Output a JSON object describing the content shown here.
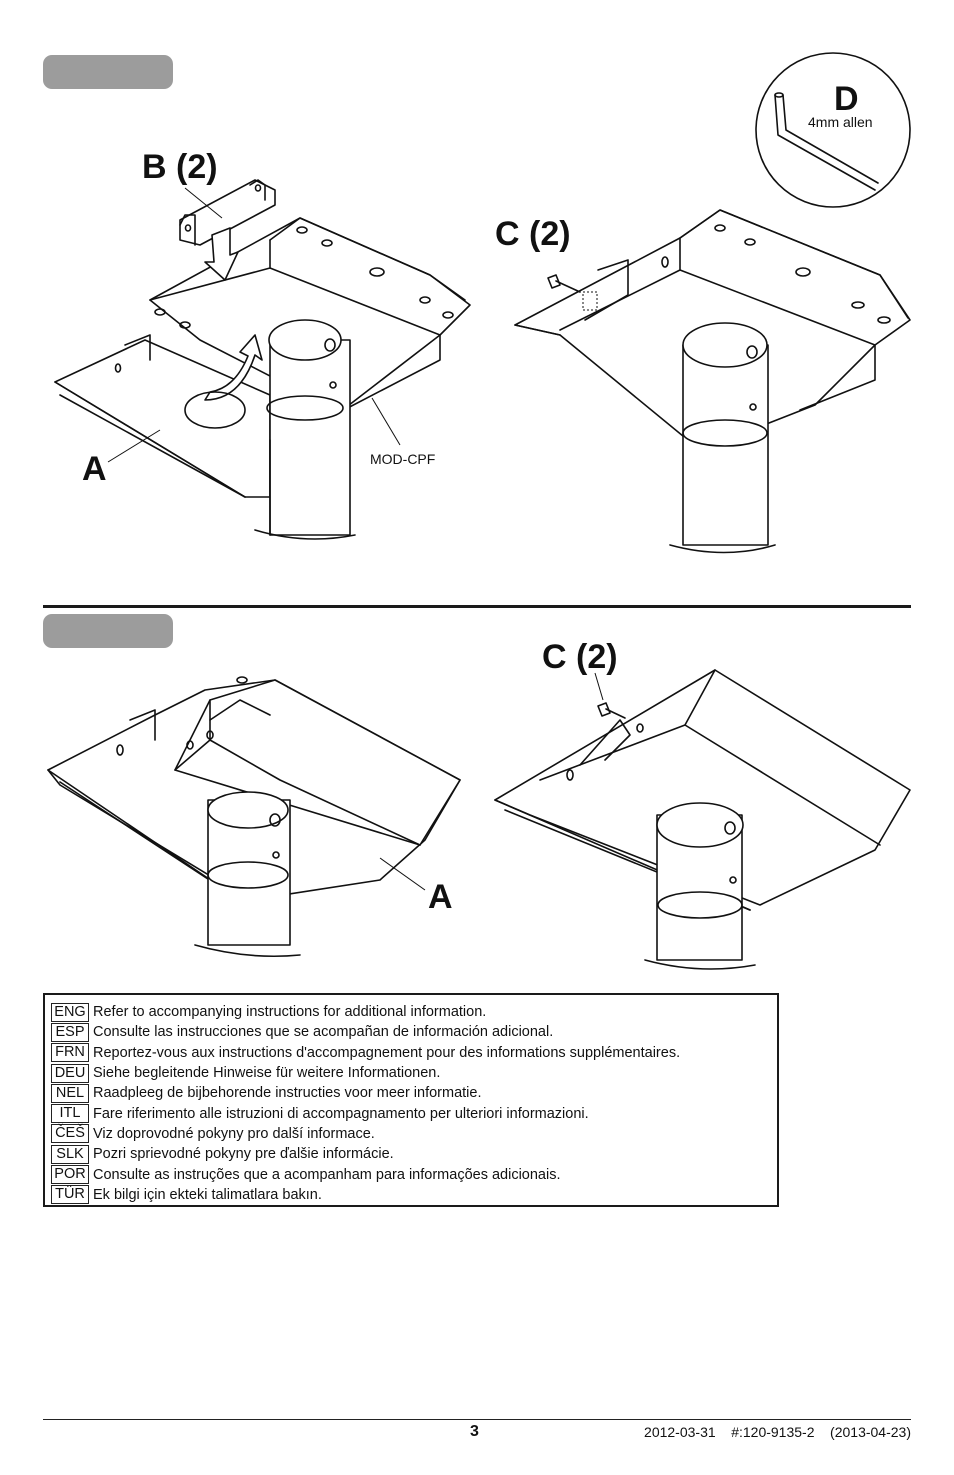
{
  "steps": [
    {
      "id": "step-1"
    },
    {
      "id": "step-2"
    }
  ],
  "labels": {
    "b2": "B (2)",
    "c2_top": "C (2)",
    "c2_bottom": "C (2)",
    "a_top": "A",
    "a_bottom": "A",
    "d": "D",
    "d_desc": "4mm allen",
    "model": "MOD-CPF"
  },
  "languages": [
    {
      "code": "ENG",
      "text": "Refer to accompanying instructions for additional information."
    },
    {
      "code": "ESP",
      "text": "Consulte las instrucciones que se acompañan de información adicional."
    },
    {
      "code": "FRN",
      "text": "Reportez-vous aux instructions d'accompagnement pour des informations supplémentaires."
    },
    {
      "code": "DEU",
      "text": "Siehe begleitende Hinweise für weitere Informationen."
    },
    {
      "code": "NEL",
      "text": "Raadpleeg de bijbehorende instructies voor meer informatie."
    },
    {
      "code": "ITL",
      "text": "Fare riferimento alle istruzioni di accompagnamento per ulteriori informazioni."
    },
    {
      "code": "ČEŠ",
      "text": "Viz doprovodné pokyny pro další informace."
    },
    {
      "code": "SLK",
      "text": "Pozri sprievodné pokyny pre ďalšie informácie."
    },
    {
      "code": "POR",
      "text": "Consulte as instruções que a acompanham para informações adicionais."
    },
    {
      "code": "TÜR",
      "text": "Ek bilgi için ekteki talimatlara bakın."
    }
  ],
  "footer": {
    "page_number": "3",
    "meta": "2012-03-31    #:120-9135-2    (2013-04-23)"
  }
}
